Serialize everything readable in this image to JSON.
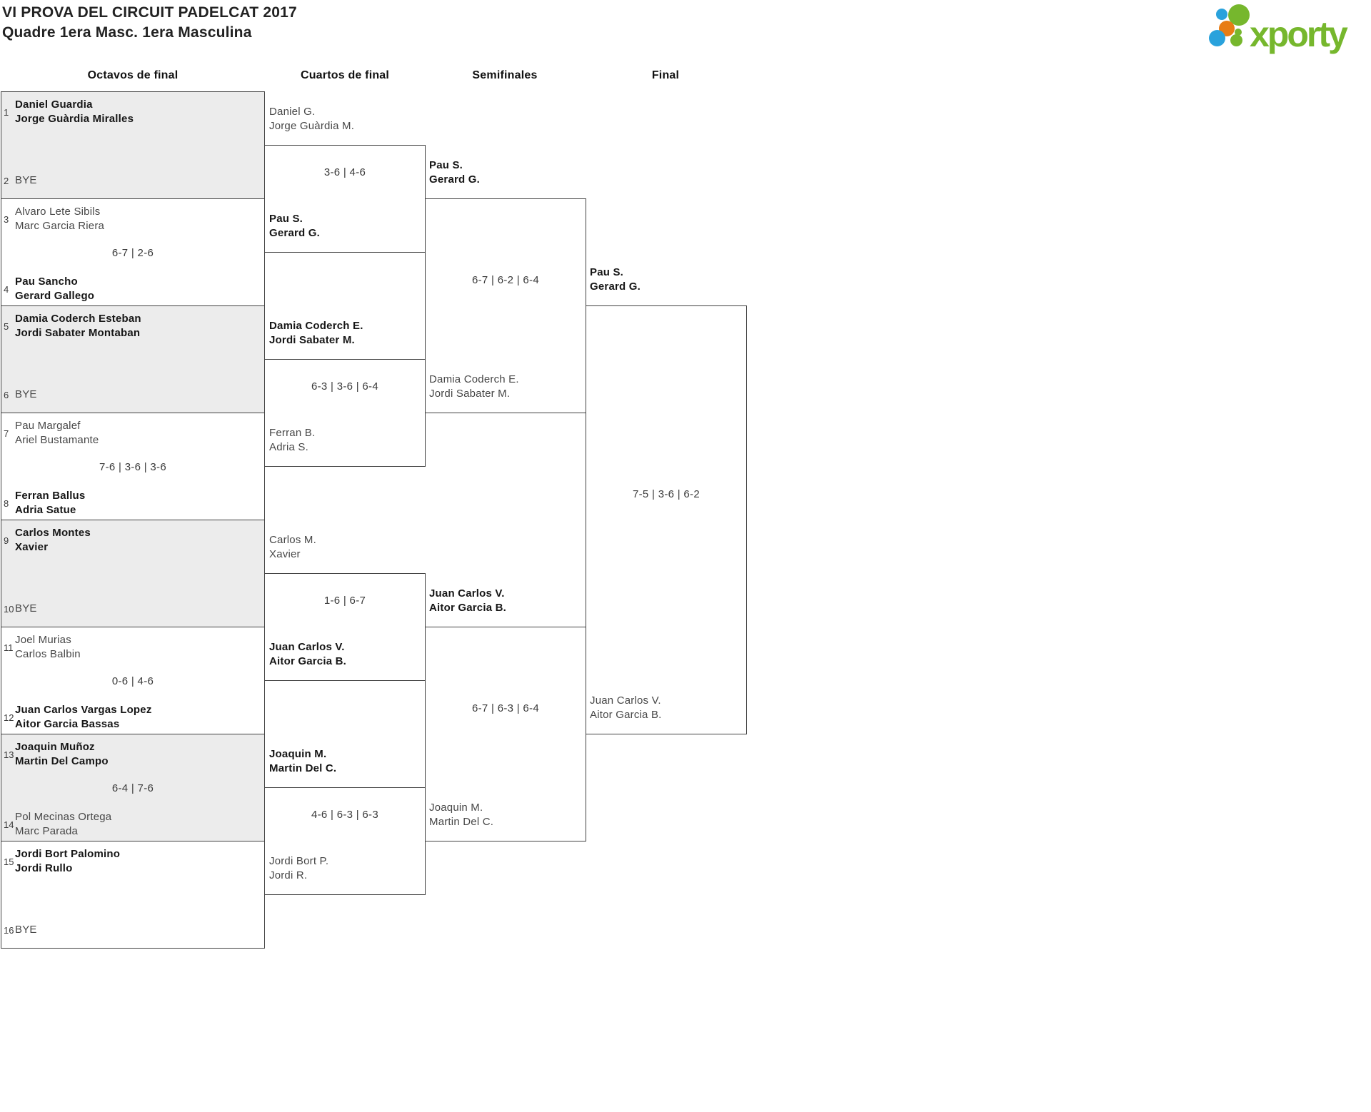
{
  "header": {
    "title": "VI PROVA DEL CIRCUIT PADELCAT 2017",
    "subtitle": "Quadre 1era Masc. 1era Masculina"
  },
  "logo": {
    "text": "xporty",
    "colors": {
      "green": "#76b72d",
      "blue": "#29a2dc",
      "orange": "#e87d15"
    }
  },
  "rounds": [
    "Octavos de final",
    "Cuartos de final",
    "Semifinales",
    "Final"
  ],
  "bracket": {
    "r16_matches": [
      {
        "team1": {
          "seed": "1",
          "players": [
            "Daniel Guardia",
            "Jorge Guàrdia Miralles"
          ],
          "winner": true,
          "bye": false
        },
        "team2": {
          "seed": "2",
          "players": [
            "BYE"
          ],
          "winner": false,
          "bye": true
        },
        "score": ""
      },
      {
        "team1": {
          "seed": "3",
          "players": [
            "Alvaro Lete Sibils",
            "Marc Garcia Riera"
          ],
          "winner": false,
          "bye": false
        },
        "team2": {
          "seed": "4",
          "players": [
            "Pau Sancho",
            "Gerard Gallego"
          ],
          "winner": true,
          "bye": false
        },
        "score": "6-7 | 2-6"
      },
      {
        "team1": {
          "seed": "5",
          "players": [
            "Damia Coderch Esteban",
            "Jordi Sabater Montaban"
          ],
          "winner": true,
          "bye": false
        },
        "team2": {
          "seed": "6",
          "players": [
            "BYE"
          ],
          "winner": false,
          "bye": true
        },
        "score": ""
      },
      {
        "team1": {
          "seed": "7",
          "players": [
            "Pau Margalef",
            "Ariel Bustamante"
          ],
          "winner": false,
          "bye": false
        },
        "team2": {
          "seed": "8",
          "players": [
            "Ferran Ballus",
            "Adria Satue"
          ],
          "winner": true,
          "bye": false
        },
        "score": "7-6 | 3-6 | 3-6"
      },
      {
        "team1": {
          "seed": "9",
          "players": [
            "Carlos Montes",
            "Xavier"
          ],
          "winner": true,
          "bye": false
        },
        "team2": {
          "seed": "10",
          "players": [
            "BYE"
          ],
          "winner": false,
          "bye": true
        },
        "score": ""
      },
      {
        "team1": {
          "seed": "11",
          "players": [
            "Joel Murias",
            "Carlos Balbin"
          ],
          "winner": false,
          "bye": false
        },
        "team2": {
          "seed": "12",
          "players": [
            "Juan Carlos Vargas Lopez",
            "Aitor Garcia Bassas"
          ],
          "winner": true,
          "bye": false
        },
        "score": "0-6 | 4-6"
      },
      {
        "team1": {
          "seed": "13",
          "players": [
            "Joaquin Muñoz",
            "Martin Del Campo"
          ],
          "winner": true,
          "bye": false
        },
        "team2": {
          "seed": "14",
          "players": [
            "Pol Mecinas Ortega",
            "Marc Parada"
          ],
          "winner": false,
          "bye": false
        },
        "score": "6-4 | 7-6"
      },
      {
        "team1": {
          "seed": "15",
          "players": [
            "Jordi Bort Palomino",
            "Jordi Rullo"
          ],
          "winner": true,
          "bye": false
        },
        "team2": {
          "seed": "16",
          "players": [
            "BYE"
          ],
          "winner": false,
          "bye": true
        },
        "score": ""
      }
    ],
    "quarterfinals": [
      {
        "top": {
          "players": [
            "Daniel G.",
            "Jorge Guàrdia M."
          ],
          "winner": false
        },
        "bottom": {
          "players": [
            "Pau S.",
            "Gerard G."
          ],
          "winner": true
        },
        "score": "3-6 | 4-6"
      },
      {
        "top": {
          "players": [
            "Damia Coderch E.",
            "Jordi Sabater M."
          ],
          "winner": true
        },
        "bottom": {
          "players": [
            "Ferran B.",
            "Adria S."
          ],
          "winner": false
        },
        "score": "6-3 | 3-6 | 6-4"
      },
      {
        "top": {
          "players": [
            "Carlos M.",
            "Xavier"
          ],
          "winner": false
        },
        "bottom": {
          "players": [
            "Juan Carlos V.",
            "Aitor Garcia B."
          ],
          "winner": true
        },
        "score": "1-6 | 6-7"
      },
      {
        "top": {
          "players": [
            "Joaquin M.",
            "Martin Del C."
          ],
          "winner": true
        },
        "bottom": {
          "players": [
            "Jordi Bort P.",
            "Jordi R."
          ],
          "winner": false
        },
        "score": "4-6 | 6-3 | 6-3"
      }
    ],
    "semifinals": [
      {
        "top": {
          "players": [
            "Pau S.",
            "Gerard G."
          ],
          "winner": true
        },
        "bottom": {
          "players": [
            "Damia Coderch E.",
            "Jordi Sabater M."
          ],
          "winner": false
        },
        "score": "6-7 | 6-2 | 6-4"
      },
      {
        "top": {
          "players": [
            "Juan Carlos V.",
            "Aitor Garcia B."
          ],
          "winner": true
        },
        "bottom": {
          "players": [
            "Joaquin M.",
            "Martin Del C."
          ],
          "winner": false
        },
        "score": "6-7 | 6-3 | 6-4"
      }
    ],
    "final": [
      {
        "top": {
          "players": [
            "Pau S.",
            "Gerard G."
          ],
          "winner": true
        },
        "bottom": {
          "players": [
            "Juan Carlos V.",
            "Aitor Garcia B."
          ],
          "winner": false
        },
        "score": "7-5 | 3-6 | 6-2"
      }
    ]
  }
}
